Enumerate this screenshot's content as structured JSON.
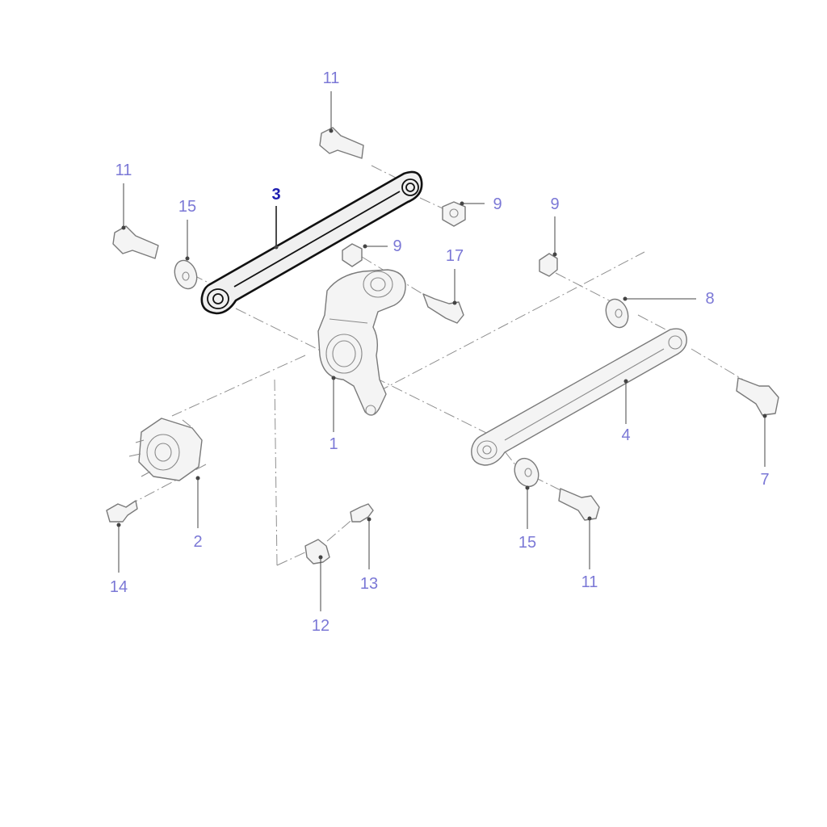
{
  "diagram": {
    "highlighted_part": "3",
    "label_color": "#7b78d6",
    "highlight_color": "#1c1cb0",
    "callouts": [
      "11",
      "11",
      "3",
      "15",
      "9",
      "9",
      "17",
      "9",
      "8",
      "1",
      "4",
      "7",
      "2",
      "15",
      "11",
      "14",
      "13",
      "12"
    ]
  }
}
